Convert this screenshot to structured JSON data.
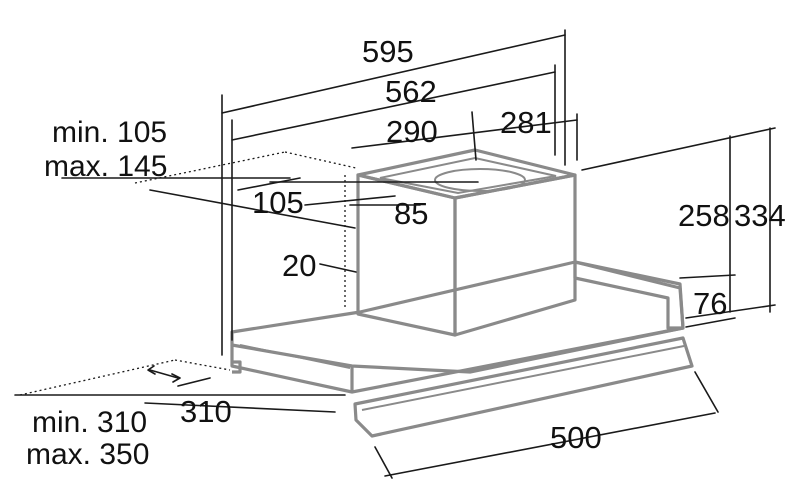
{
  "dimensions": {
    "d595": "595",
    "d562": "562",
    "d290": "290",
    "d281": "281",
    "min105": "min. 105",
    "max145": "max. 145",
    "d105": "105",
    "d85": "85",
    "d20": "20",
    "d258": "258",
    "d334": "334",
    "d76": "76",
    "min310": "min. 310",
    "max350": "max. 350",
    "d310": "310",
    "d500": "500"
  }
}
